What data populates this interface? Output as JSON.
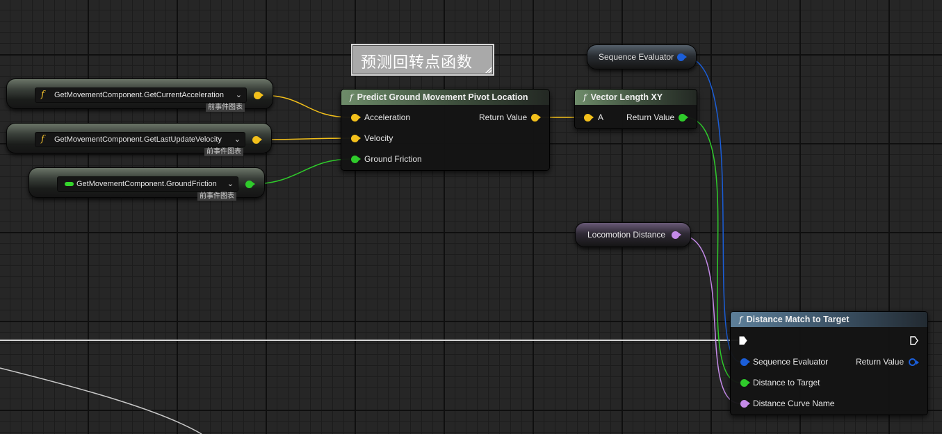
{
  "comment": {
    "text": "预测回转点函数"
  },
  "pure_nodes": [
    {
      "label": "GetMovementComponent.GetCurrentAcceleration",
      "tag": "前事件图表",
      "icon": "function-icon"
    },
    {
      "label": "GetMovementComponent.GetLastUpdateVelocity",
      "tag": "前事件图表",
      "icon": "function-icon"
    },
    {
      "label": "GetMovementComponent.GroundFriction",
      "tag": "前事件图表",
      "icon": "float-variable-icon"
    }
  ],
  "predict_node": {
    "title": "Predict Ground Movement Pivot Location",
    "inputs": [
      "Acceleration",
      "Velocity",
      "Ground Friction"
    ],
    "output": "Return Value"
  },
  "vector_length_node": {
    "title": "Vector Length XY",
    "input": "A",
    "output": "Return Value"
  },
  "variables": {
    "sequence_evaluator": "Sequence Evaluator",
    "locomotion_distance": "Locomotion Distance"
  },
  "distance_match_node": {
    "title": "Distance Match to Target",
    "inputs": [
      "Sequence Evaluator",
      "Distance to Target",
      "Distance Curve Name"
    ],
    "output": "Return Value"
  },
  "colors": {
    "vector_pin": "#f3c01b",
    "float_pin": "#2fcb2b",
    "struct_pin": "#1b5ed8",
    "name_pin": "#c48ae8",
    "exec_wire": "#d8d8d8"
  }
}
